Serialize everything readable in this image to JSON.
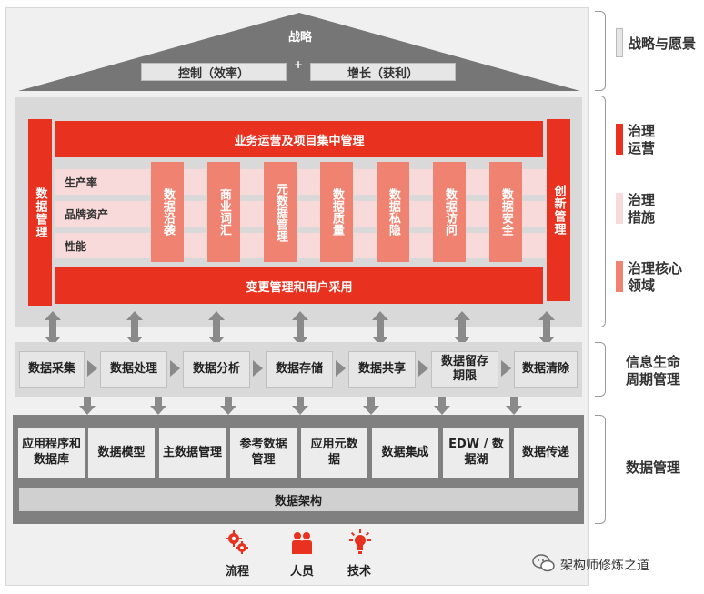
{
  "roof": {
    "title": "战略",
    "left_pill": "控制（效率）",
    "plus": "+",
    "right_pill": "增长（获利）"
  },
  "governance": {
    "left_pillar": "数据管理",
    "right_pillar": "创新管理",
    "top_bar": "业务运营及项目集中管理",
    "bottom_bar": "变更管理和用户采用",
    "metrics": [
      "生产率",
      "品牌资产",
      "性能"
    ],
    "domains": [
      "数据沿袭",
      "商业词汇",
      "元数据管理",
      "数据质量",
      "数据私隐",
      "数据访问",
      "数据安全"
    ]
  },
  "lifecycle": {
    "steps": [
      "数据采集",
      "数据处理",
      "数据分析",
      "数据存储",
      "数据共享",
      "数据留存期限",
      "数据清除"
    ]
  },
  "data_management": {
    "boxes": [
      "应用程序和数据库",
      "数据模型",
      "主数据管理",
      "参考数据管理",
      "应用元数据",
      "数据集成",
      "EDW / 数据湖",
      "数据传递"
    ],
    "architecture": "数据架构"
  },
  "foundation": {
    "items": [
      "流程",
      "人员",
      "技术"
    ]
  },
  "legend": {
    "strategy": "战略与愿景",
    "gov_ops": "治理运营",
    "gov_measures": "治理措施",
    "gov_core": "治理核心领域",
    "lifecycle": "信息生命周期管理",
    "data_mgmt": "数据管理"
  },
  "colors": {
    "red": "#e8321f",
    "salmon": "#ef8270",
    "pink": "#f9dada",
    "gray": "#808080"
  },
  "watermark": "架构师修炼之道"
}
